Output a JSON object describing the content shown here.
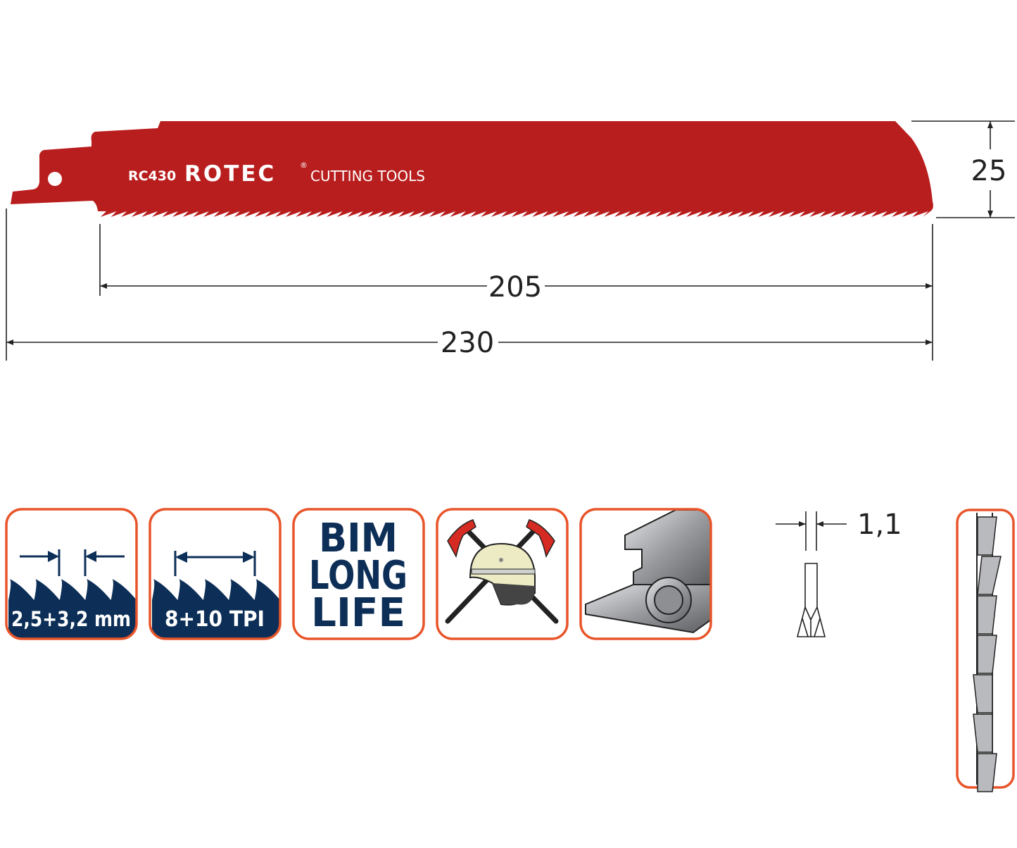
{
  "blade": {
    "model": "RC430",
    "brand": "ROTEC",
    "registered": "®",
    "tagline": "CUTTING TOOLS",
    "color": "#b91e1e"
  },
  "dimensions": {
    "working_length": "205",
    "total_length": "230",
    "height": "25",
    "thickness": "1,1"
  },
  "icons": [
    {
      "name": "tooth-pitch",
      "label": "2,5+3,2 mm"
    },
    {
      "name": "teeth-per-inch",
      "label": "8+10 TPI"
    },
    {
      "name": "bim-long-life",
      "lines": [
        "BIM",
        "LONG",
        "LIFE"
      ]
    },
    {
      "name": "rescue-firefighter"
    },
    {
      "name": "metal-profiles"
    }
  ],
  "colors": {
    "icon_border": "#e8552a",
    "navy": "#0d2f57"
  }
}
